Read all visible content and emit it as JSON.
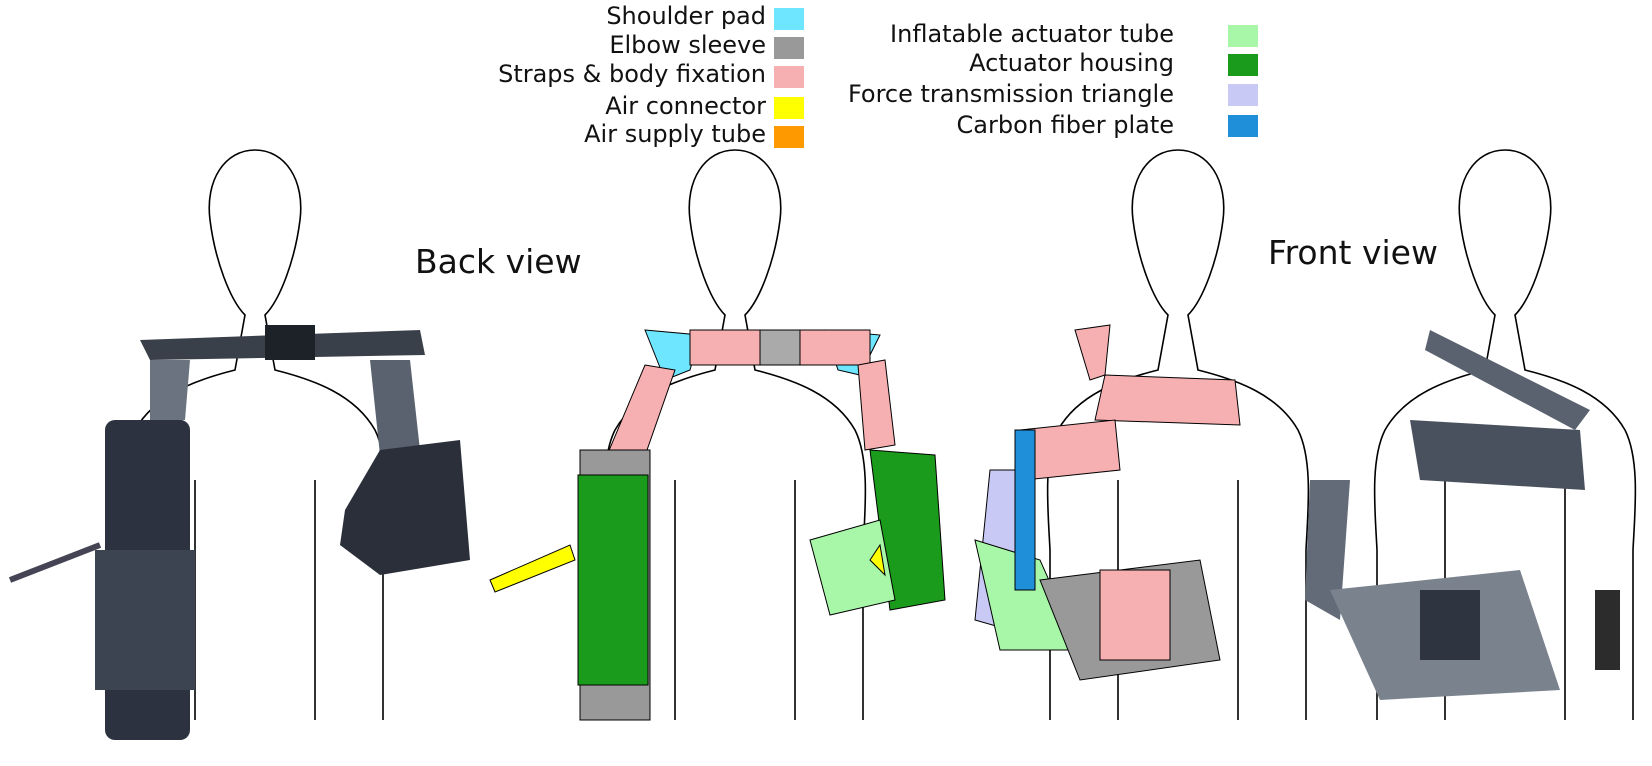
{
  "legend_left": [
    {
      "label": "Shoulder pad",
      "color": "#6fe6ff"
    },
    {
      "label": "Elbow sleeve",
      "color": "#999999"
    },
    {
      "label": "Straps & body fixation",
      "color": "#f7b0b2"
    },
    {
      "label": "Air connector",
      "color": "#ffff00"
    },
    {
      "label": "Air supply tube",
      "color": "#ff9900"
    }
  ],
  "legend_right": [
    {
      "label": "Inflatable actuator tube",
      "color": "#a8f7a8"
    },
    {
      "label": "Actuator housing",
      "color": "#1b9b1b"
    },
    {
      "label": "Force transmission triangle",
      "color": "#c9c9f5"
    },
    {
      "label": "Carbon fiber plate",
      "color": "#1e8fd8"
    }
  ],
  "view_labels": {
    "back": "Back view",
    "front": "Front view"
  },
  "colors": {
    "outline": "#000000",
    "photo_dark": "#2f3540",
    "photo_mid": "#5a6270"
  }
}
